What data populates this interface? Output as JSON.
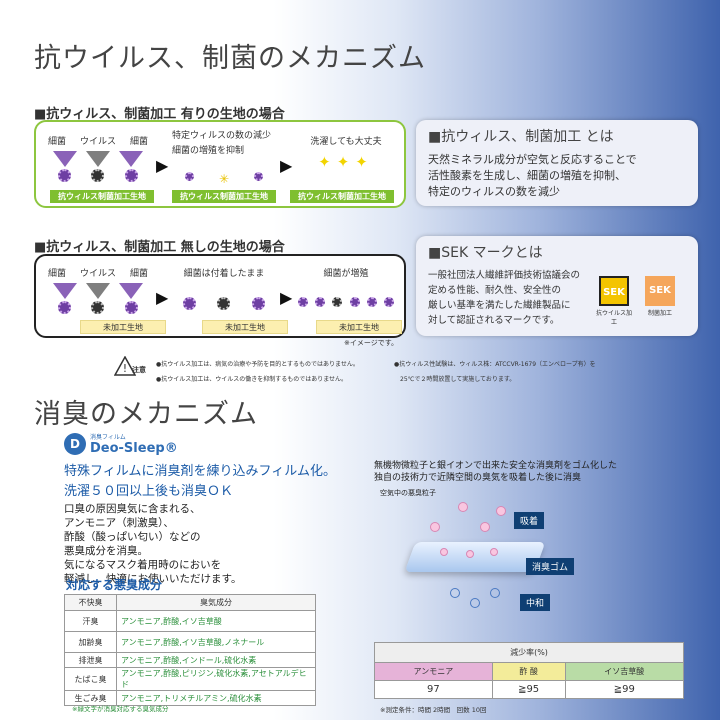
{
  "title1": "抗ウイルス、制菌のメカニズム",
  "sec1": {
    "heading": "■抗ウィルス、制菌加工 有りの生地の場合",
    "col1_labels": [
      "細菌",
      "ウイルス",
      "細菌"
    ],
    "col2_label1": "特定ウィルスの数の減少",
    "col2_label2": "細菌の増殖を抑制",
    "col3_label": "洗濯しても大丈夫",
    "bar": "抗ウィルス制菌加工生地"
  },
  "info1": {
    "title": "■抗ウィルス、制菌加工 とは",
    "body": [
      "天然ミネラル成分が空気と反応することで",
      "活性酸素を生成し、細菌の増殖を抑制、",
      "特定のウィルスの数を減少"
    ]
  },
  "sec2": {
    "heading": "■抗ウィルス、制菌加工 無しの生地の場合",
    "col1_labels": [
      "細菌",
      "ウイルス",
      "細菌"
    ],
    "col2_label": "細菌は付着したまま",
    "col3_label": "細菌が増殖",
    "bar": "未加工生地"
  },
  "info2": {
    "title": "■SEK マークとは",
    "body": [
      "一般社団法人繊維評価技術協議会の",
      "定める性能、耐久性、安全性の",
      "厳しい基準を満たした繊維製品に",
      "対して認証されるマークです。"
    ],
    "mark1": "SEK",
    "mark1_caption": "抗ウイルス加工",
    "mark2": "SEK",
    "mark2_caption": "制菌加工"
  },
  "image_note": "※イメージです。",
  "caution": {
    "label": "注意",
    "lines": [
      "●抗ウイルス加工は、病気の治療や予防を目的とするものではありません。",
      "●抗ウイルス加工は、ウイルスの働きを抑制するものではありません。"
    ],
    "right": [
      "●抗ウィルス性試験は、ウィルス株：ATCCVR-1679（エンベロープ有）を",
      "25℃で２時間放置して実施しております。"
    ]
  },
  "title2": "消臭のメカニズム",
  "brand": {
    "small": "消臭フィルム",
    "name": "Deo-Sleep®"
  },
  "deo": {
    "lead1": "特殊フィルムに消臭剤を練り込みフィルム化。",
    "lead2": "洗濯５０回以上後も消臭ＯＫ",
    "body": [
      "口臭の原因臭気に含まれる、",
      "アンモニア（刺激臭）、",
      "酢酸（酸っぱい匂い）などの",
      "悪臭成分を消臭。",
      "気になるマスク着用時のにおいを",
      "軽減し、快適にお使いいただけます。"
    ]
  },
  "rubber": {
    "text": [
      "無機物微粒子と銀イオンで出来た安全な消臭剤をゴム化した",
      "独自の技術力で近隣空間の臭気を吸着した後に消臭"
    ],
    "air": "空気中の悪臭粒子",
    "adsorb": "吸着",
    "gum": "消臭ゴム",
    "neutral": "中和"
  },
  "odor": {
    "title": "対応する悪臭成分",
    "headers": [
      "不快臭",
      "臭気成分"
    ],
    "rows": [
      [
        "汗臭",
        "アンモニア,酢酸,イソ吉草酸"
      ],
      [
        "加齢臭",
        "アンモニア,酢酸,イソ吉草酸,ノネナール"
      ],
      [
        "排泄臭",
        "アンモニア,酢酸,インドール,硫化水素"
      ],
      [
        "たばこ臭",
        "アンモニア,酢酸,ピリジン,硫化水素,アセトアルデヒド"
      ],
      [
        "生ごみ臭",
        "アンモニア,トリメチルアミン,硫化水素"
      ]
    ],
    "note": "※緑文字が消臭対応する臭気成分"
  },
  "reduction": {
    "title": "減少率(%)",
    "headers": [
      "アンモニア",
      "酢 酸",
      "イソ吉草酸"
    ],
    "values": [
      "97",
      "≧95",
      "≧99"
    ],
    "note": "※測定条件：時間 2時間　回数 10回"
  },
  "colors": {
    "green": "#8dc63f",
    "purple": "#6e3fa3",
    "navy": "#0f3f73",
    "odor_green": "#2a8f3a"
  }
}
